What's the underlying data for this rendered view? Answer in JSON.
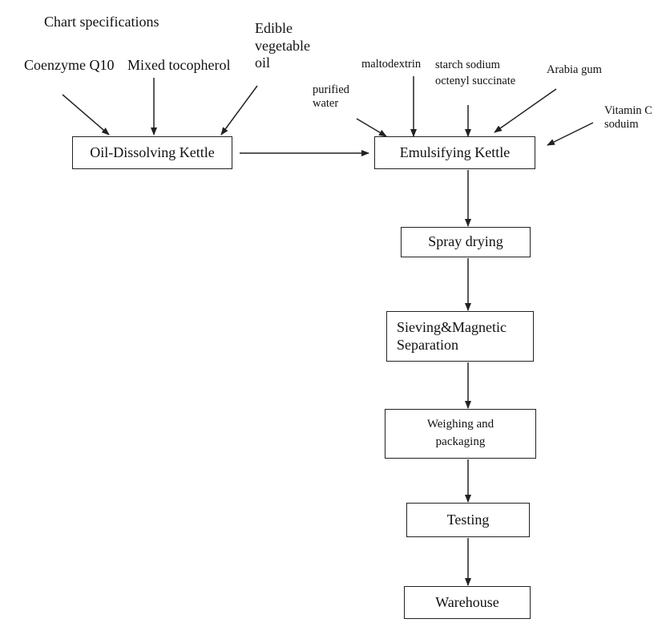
{
  "title": "Chart specifications",
  "inputs": {
    "coq10": "Coenzyme Q10",
    "tocopherol": "Mixed tocopherol",
    "veg_oil": "Edible\nvegetable\noil",
    "water": "purified\nwater",
    "maltodextrin": "maltodextrin",
    "starch": "starch sodium\noctenyl succinate",
    "arabia": "Arabia gum",
    "vitc": "Vitamin C\nsoduim"
  },
  "steps": {
    "oil_kettle": "Oil-Dissolving Kettle",
    "emulsifying": "Emulsifying Kettle",
    "spray": "Spray drying",
    "sieving": "Sieving&Magnetic\nSeparation",
    "weighing": "Weighing and\npackaging",
    "testing": "Testing",
    "warehouse": "Warehouse"
  }
}
